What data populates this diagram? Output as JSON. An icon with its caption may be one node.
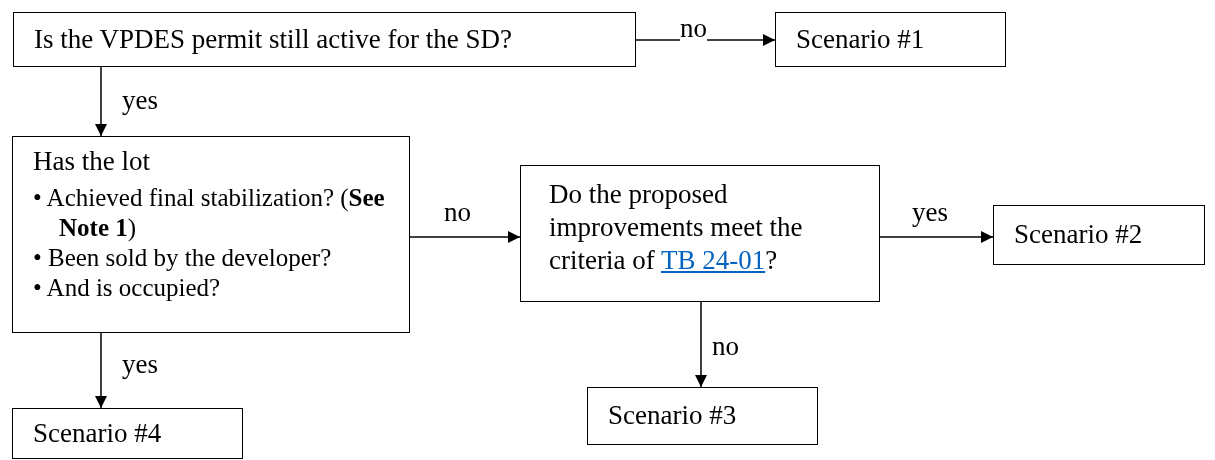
{
  "diagram": {
    "nodes": [
      {
        "text": [
          "Is the VPDES permit still active for the SD?"
        ]
      },
      {
        "text": [
          "Scenario #1"
        ]
      },
      {
        "text": [
          "Has the lot",
          "• Achieved final stabilization? (**See Note 1**)",
          "• Been sold by the developer?",
          "• And is occupied?"
        ]
      },
      {
        "text": [
          "Do the proposed improvements meet the criteria of",
          "TB 24-01",
          "?"
        ]
      },
      {
        "text": [
          "Scenario #2"
        ]
      },
      {
        "text": [
          "Scenario #3"
        ]
      },
      {
        "text": [
          "Scenario #4"
        ]
      }
    ],
    "edges": [
      {
        "from": 0,
        "to": 1,
        "arrow": "to",
        "label": "no"
      },
      {
        "from": 0,
        "to": 2,
        "arrow": "to",
        "label": "yes"
      },
      {
        "from": 2,
        "to": 3,
        "arrow": "to",
        "label": "no"
      },
      {
        "from": 3,
        "to": 4,
        "arrow": "to",
        "label": "yes"
      },
      {
        "from": 3,
        "to": 5,
        "arrow": "to",
        "label": "no"
      },
      {
        "from": 2,
        "to": 6,
        "arrow": "to",
        "label": "yes"
      }
    ]
  }
}
